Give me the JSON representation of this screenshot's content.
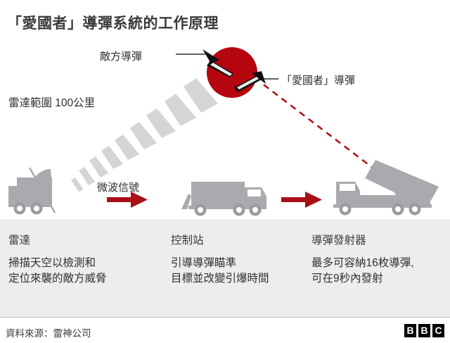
{
  "title": "「愛國者」導彈系統的工作原理",
  "colors": {
    "explosion_red": "#b5060f",
    "arrow_red": "#a81016",
    "trajectory_red": "#b5121a",
    "vehicle_grey": "#a8aaad",
    "beam_grey": "#d3d4d6",
    "panel_bg": "#ededed",
    "text_dark": "#2f2f2f",
    "title_grey": "#3a3a3a"
  },
  "diagram": {
    "labels": {
      "enemy_missile": "敵方導彈",
      "patriot_missile": "「愛國者」導彈",
      "radar_range": "雷達範圍 100公里",
      "microwave_signal": "微波信號"
    },
    "icons": {
      "explosion": "explosion-burst-icon",
      "enemy_missile": "enemy-missile-icon",
      "patriot_missile": "patriot-missile-icon",
      "radar_truck": "radar-truck-icon",
      "control_truck": "control-station-truck-icon",
      "launcher_truck": "missile-launcher-truck-icon",
      "radar_beam": "radar-beam-cone-icon",
      "signal_arrow_1": "red-arrow-right-icon",
      "signal_arrow_2": "red-arrow-right-icon",
      "trajectory": "dashed-trajectory-line-icon"
    }
  },
  "panel": {
    "columns": [
      {
        "heading": "雷達",
        "lines": [
          "掃描天空以檢測和",
          "定位來襲的敵方威脅"
        ]
      },
      {
        "heading": "控制站",
        "lines": [
          "引導導彈瞄準",
          "目標並改變引爆時間"
        ]
      },
      {
        "heading": "導彈發射器",
        "lines": [
          "最多可容納16枚導彈,",
          "可在9秒內發射"
        ]
      }
    ]
  },
  "footer": {
    "source": "資料來源：雷神公司",
    "logo": [
      "B",
      "B",
      "C"
    ]
  },
  "chart_data": {
    "type": "diagram",
    "title": "「愛國者」導彈系統的工作原理",
    "components": [
      {
        "name": "雷達",
        "role": "掃描天空以檢測和定位來襲的敵方威脅",
        "radar_range_km": 100
      },
      {
        "name": "控制站",
        "role": "引導導彈瞄準目標並改變引爆時間"
      },
      {
        "name": "導彈發射器",
        "role": "最多可容納16枚導彈,可在9秒內發射",
        "max_missiles": 16,
        "launch_time_seconds": 9
      }
    ],
    "flow": [
      "雷達",
      "微波信號",
      "控制站",
      "導彈發射器"
    ],
    "intercept": {
      "enemy_missile": "敵方導彈",
      "interceptor": "「愛國者」導彈",
      "result": "explosion"
    },
    "source": "雷神公司"
  }
}
